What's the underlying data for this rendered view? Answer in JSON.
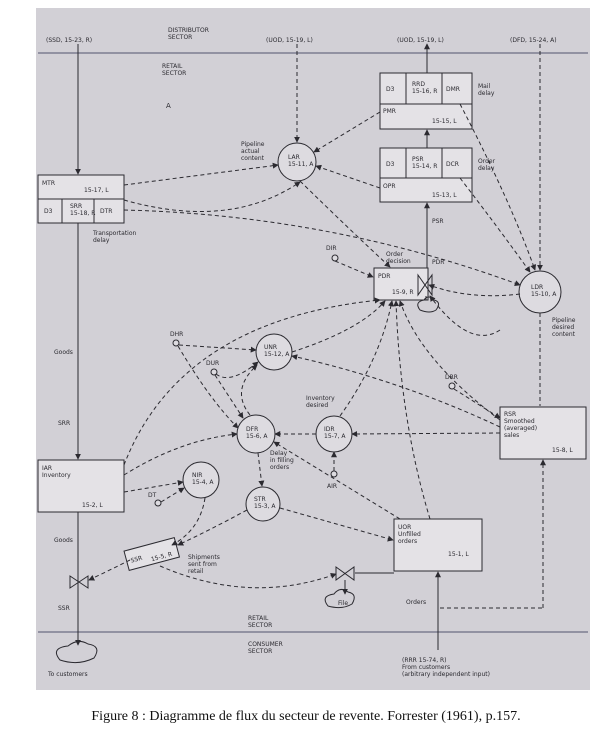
{
  "sectors": {
    "distributor": "DISTRIBUTOR\nSECTOR",
    "retail_top": "RETAIL\nSECTOR",
    "retail_bottom": "RETAIL\nSECTOR",
    "consumer": "CONSUMER\nSECTOR"
  },
  "sources": {
    "ssd": "(SSD, 15-23, R)",
    "uod1": "(UOD, 15-19, L)",
    "uod2": "(UOD, 15-19, L)",
    "dfd": "(DFD, 15-24, A)",
    "rrr": "(RRR 15-74, R)\nFrom customers\n(arbitrary independent input)"
  },
  "marker": "A",
  "boxes": {
    "mtr": {
      "name": "MTR",
      "eq": "15-17, L",
      "d3": "D3",
      "mid": "SRR\n15-18, R",
      "right": "DTR"
    },
    "rrd": {
      "d3": "D3",
      "mid": "RRD\n15-16, R",
      "right": "DMR",
      "name": "PMR",
      "eq": "15-15, L"
    },
    "psr": {
      "d3": "D3",
      "mid": "PSR\n15-14, R",
      "right": "DCR",
      "name": "OPR",
      "eq": "15-13, L"
    },
    "pdr": {
      "name": "PDR",
      "eq": "15-9, R"
    },
    "iar": {
      "name": "IAR\nInventory",
      "eq": "15-2, L"
    },
    "rsr": {
      "name": "RSR\nSmoothed\n(averaged)\nsales",
      "eq": "15-8, L"
    },
    "uor": {
      "name": "UOR\nUnfilled\norders",
      "eq": "15-1, L"
    },
    "ssr": {
      "name": "SSR",
      "eq": "15-5, R"
    }
  },
  "circles": {
    "lar": "LAR\n15-11, A",
    "ldr": "LDR\n15-10, A",
    "unr": "UNR\n15-12, A",
    "dfr": "DFR\n15-6, A",
    "idr": "IDR\n15-7, A",
    "nir": "NIR\n15-4, A",
    "str": "STR\n15-3, A"
  },
  "constants": {
    "dir": "DIR",
    "dhr": "DHR",
    "dur": "DUR",
    "drr": "DRR",
    "dt": "DT",
    "air": "AIR"
  },
  "notes": {
    "pipeline_actual": "Pipeline\nactual\ncontent",
    "mail_delay": "Mail\ndelay",
    "order_delay": "Order\ndelay",
    "transport_delay": "Transportation\ndelay",
    "order_decision": "Order\ndecision",
    "pdr_label": "PDR",
    "psr_label": "PSR",
    "pipeline_desired": "Pipeline\ndesired\ncontent",
    "goods_1": "Goods",
    "srr": "SRR",
    "inventory_desired": "Inventory\ndesired",
    "delay_filling": "Delay\nin filling\norders",
    "shipments": "Shipments\nsent from\nretail",
    "goods_2": "Goods",
    "ssr_label": "SSR",
    "file": "File",
    "orders": "Orders",
    "to_customers": "To customers"
  },
  "caption": "Figure 8 : Diagramme de flux du secteur de revente. Forrester (1961), p.157."
}
